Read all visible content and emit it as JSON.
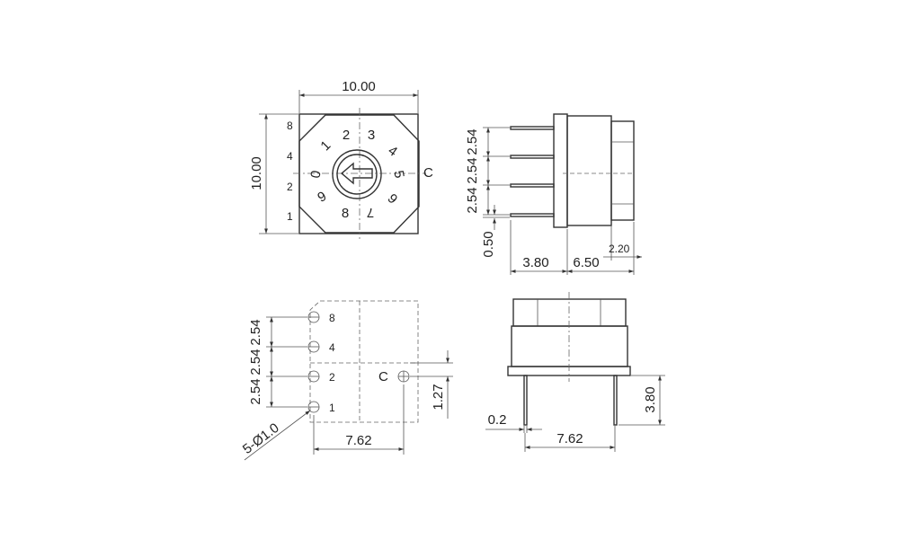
{
  "top_view": {
    "width_dim": "10.00",
    "height_dim": "10.00",
    "pin_labels": [
      "8",
      "4",
      "2",
      "1"
    ],
    "common_label": "C",
    "dial_numbers": [
      "0",
      "1",
      "2",
      "3",
      "4",
      "5",
      "6",
      "7",
      "8",
      "9"
    ]
  },
  "side_view": {
    "pitch_dims": [
      "2.54",
      "2.54",
      "2.54"
    ],
    "pin_thickness_dim": "0.50",
    "pin_length_dim": "3.80",
    "body_depth_dim": "6.50",
    "cap_dim": "2.20"
  },
  "footprint_view": {
    "pitch_dims": [
      "2.54",
      "2.54",
      "2.54"
    ],
    "pin_labels": [
      "8",
      "4",
      "2",
      "1"
    ],
    "common_label": "C",
    "hole_dim": "5-Ø1.0",
    "row_spacing_dim": "7.62",
    "common_offset_dim": "1.27"
  },
  "front_view": {
    "pin_offset_dim": "0.2",
    "row_spacing_dim": "7.62",
    "pin_length_dim": "3.80"
  },
  "colors": {
    "line": "#333333",
    "text": "#222222",
    "background": "#ffffff"
  }
}
